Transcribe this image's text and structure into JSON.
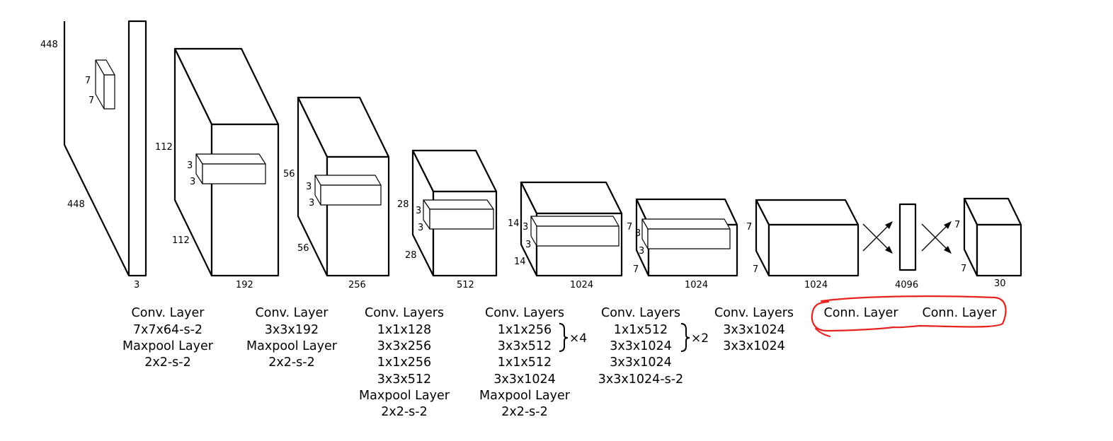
{
  "input_block": {
    "height": "448",
    "width": "448",
    "depth": "3",
    "kernel": {
      "h": "7",
      "w": "7"
    }
  },
  "blocks": [
    {
      "h": "112",
      "w": "112",
      "depth": "192",
      "kh": "3",
      "kw": "3"
    },
    {
      "h": "56",
      "w": "56",
      "depth": "256",
      "kh": "3",
      "kw": "3"
    },
    {
      "h": "28",
      "w": "28",
      "depth": "512",
      "kh": "3",
      "kw": "3"
    },
    {
      "h": "14",
      "w": "14",
      "depth": "1024",
      "kh": "3",
      "kw": "3"
    },
    {
      "h": "7",
      "w": "7",
      "depth": "1024",
      "kh": "3",
      "kw": "3"
    },
    {
      "h": "7",
      "w": "7",
      "depth": "1024"
    }
  ],
  "fc_vector": {
    "size": "4096"
  },
  "output_block": {
    "h": "7",
    "w": "7",
    "depth": "30"
  },
  "captions": [
    [
      "Conv. Layer",
      "7x7x64-s-2",
      "Maxpool Layer",
      "2x2-s-2"
    ],
    [
      "Conv. Layer",
      "3x3x192",
      "Maxpool Layer",
      "2x2-s-2"
    ],
    [
      "Conv. Layers",
      "1x1x128",
      "3x3x256",
      "1x1x256",
      "3x3x512",
      "Maxpool Layer",
      "2x2-s-2"
    ],
    [
      "Conv. Layers",
      "1x1x256",
      "3x3x512",
      "1x1x512",
      "3x3x1024",
      "Maxpool Layer",
      "2x2-s-2"
    ],
    [
      "Conv. Layers",
      "1x1x512",
      "3x3x1024",
      "3x3x1024",
      "3x3x1024-s-2"
    ],
    [
      "Conv. Layers",
      "3x3x1024",
      "3x3x1024"
    ],
    [
      "Conn. Layer"
    ],
    [
      "Conn. Layer"
    ]
  ],
  "repeat_labels": [
    "×4",
    "×2"
  ],
  "highlight": {
    "color": "#e8231f"
  }
}
